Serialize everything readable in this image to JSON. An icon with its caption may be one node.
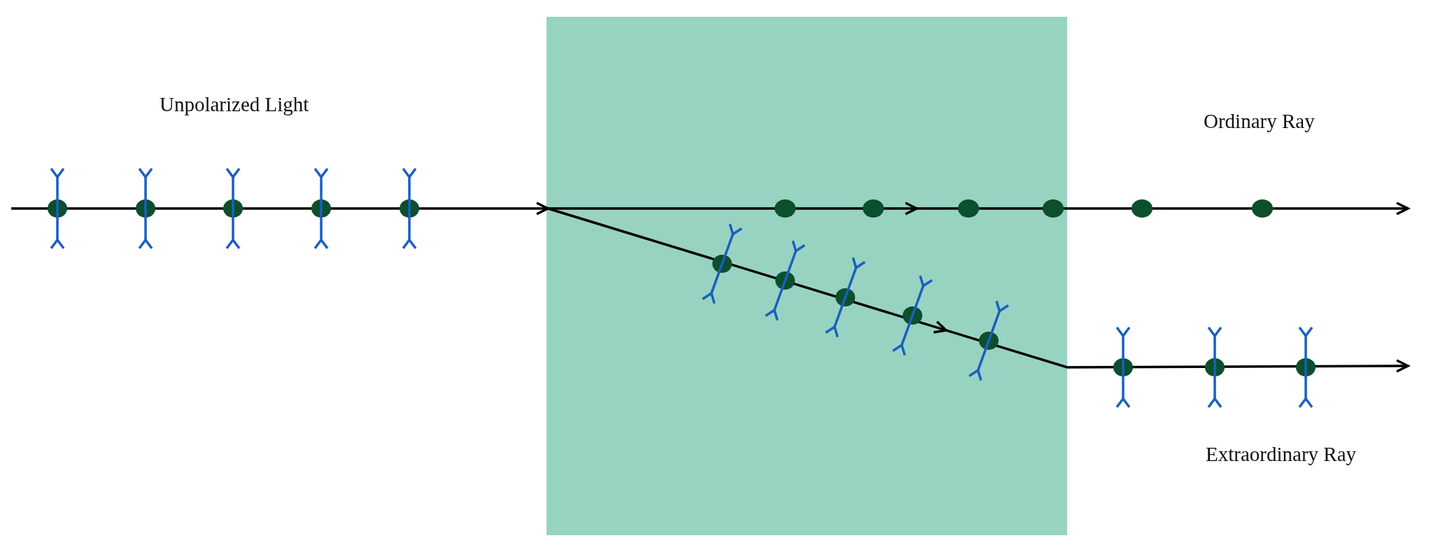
{
  "diagram": {
    "labels": [
      "Unpolarized Light",
      "Ordinary Ray",
      "Extraordinary Ray"
    ]
  }
}
